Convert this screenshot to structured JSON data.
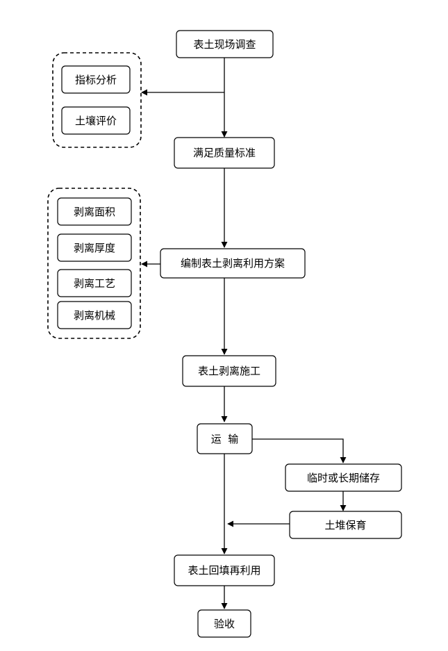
{
  "nodes": {
    "survey": "表土现场调查",
    "index_analysis": "指标分析",
    "soil_eval": "土壤评价",
    "meet_standard": "满足质量标准",
    "strip_area": "剥离面积",
    "strip_thickness": "剥离厚度",
    "strip_process": "剥离工艺",
    "strip_machine": "剥离机械",
    "plan": "编制表土剥离利用方案",
    "construction": "表土剥离施工",
    "transport": "运  输",
    "storage": "临时或长期储存",
    "maintenance": "土堆保育",
    "backfill": "表土回填再利用",
    "acceptance": "验收"
  }
}
